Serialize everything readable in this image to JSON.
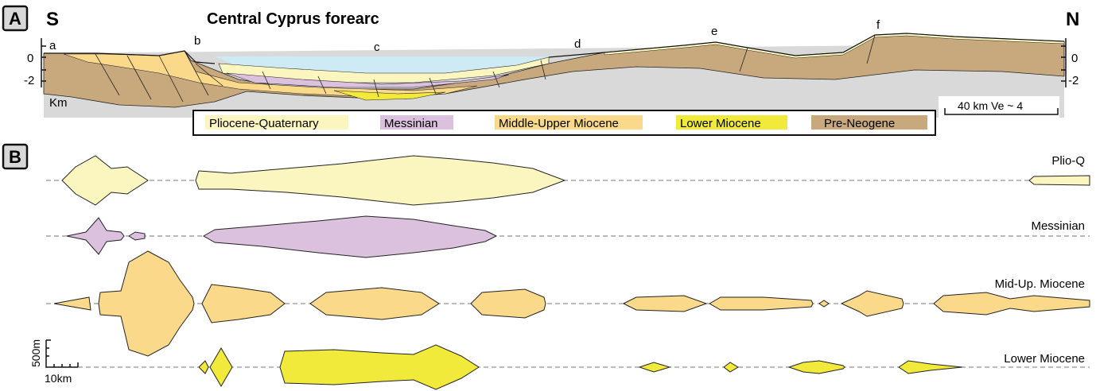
{
  "panels": {
    "a": "A",
    "b": "B"
  },
  "section": {
    "title": "Central Cyprus forearc",
    "south": "S",
    "north": "N",
    "locations": [
      "a",
      "b",
      "c",
      "d",
      "e",
      "f"
    ],
    "depth_ticks_left": [
      "0",
      "-2"
    ],
    "depth_ticks_right": [
      "0",
      "-2"
    ],
    "basement_label": "Km",
    "scale_label": "40 km  Ve ~ 4"
  },
  "legend": [
    {
      "label": "Pliocene-Quaternary",
      "color": "#fbf6c0"
    },
    {
      "label": "Messinian",
      "color": "#dcc1de"
    },
    {
      "label": "Middle-Upper Miocene",
      "color": "#fbd98a"
    },
    {
      "label": "Lower Miocene",
      "color": "#f2ea3b"
    },
    {
      "label": "Pre-Neogene",
      "color": "#c8a97e"
    }
  ],
  "thickness_rows": [
    {
      "label": "Plio-Q",
      "color": "#fbf6c0"
    },
    {
      "label": "Messinian",
      "color": "#dcc1de"
    },
    {
      "label": "Mid-Up. Miocene",
      "color": "#fbd98a"
    },
    {
      "label": "Lower Miocene",
      "color": "#f2ea3b"
    }
  ],
  "scale_bar": {
    "vertical": "500m",
    "horizontal": "10km"
  },
  "colors": {
    "sea": "#cdeaf5",
    "basement_grey": "#d9d9d9",
    "pre_neogene": "#c8a97e"
  }
}
